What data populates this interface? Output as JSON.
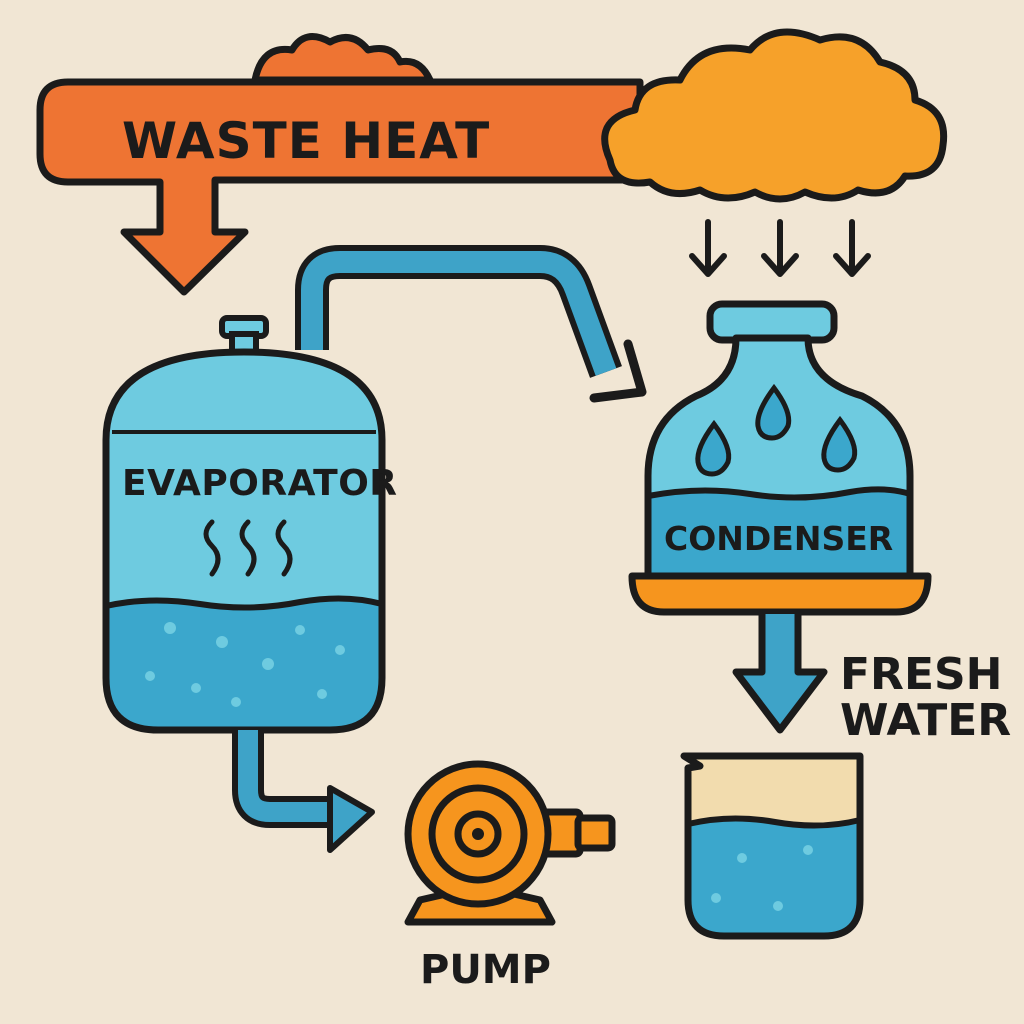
{
  "labels": {
    "waste_heat": "WASTE HEAT",
    "evaporator": "EVAPORATOR",
    "condenser": "CONDENSER",
    "fresh_water": "FRESH\nWATER",
    "pump": "PUMP"
  },
  "colors": {
    "background": "#f1e6d4",
    "heat_orange": "#ee7433",
    "cloud_orange": "#f6a12a",
    "pump_orange": "#f6951e",
    "water_light": "#6ecbe0",
    "water_dark": "#3ba7cc",
    "pipe_blue": "#3ea3c8",
    "outline": "#1b1b1b"
  }
}
